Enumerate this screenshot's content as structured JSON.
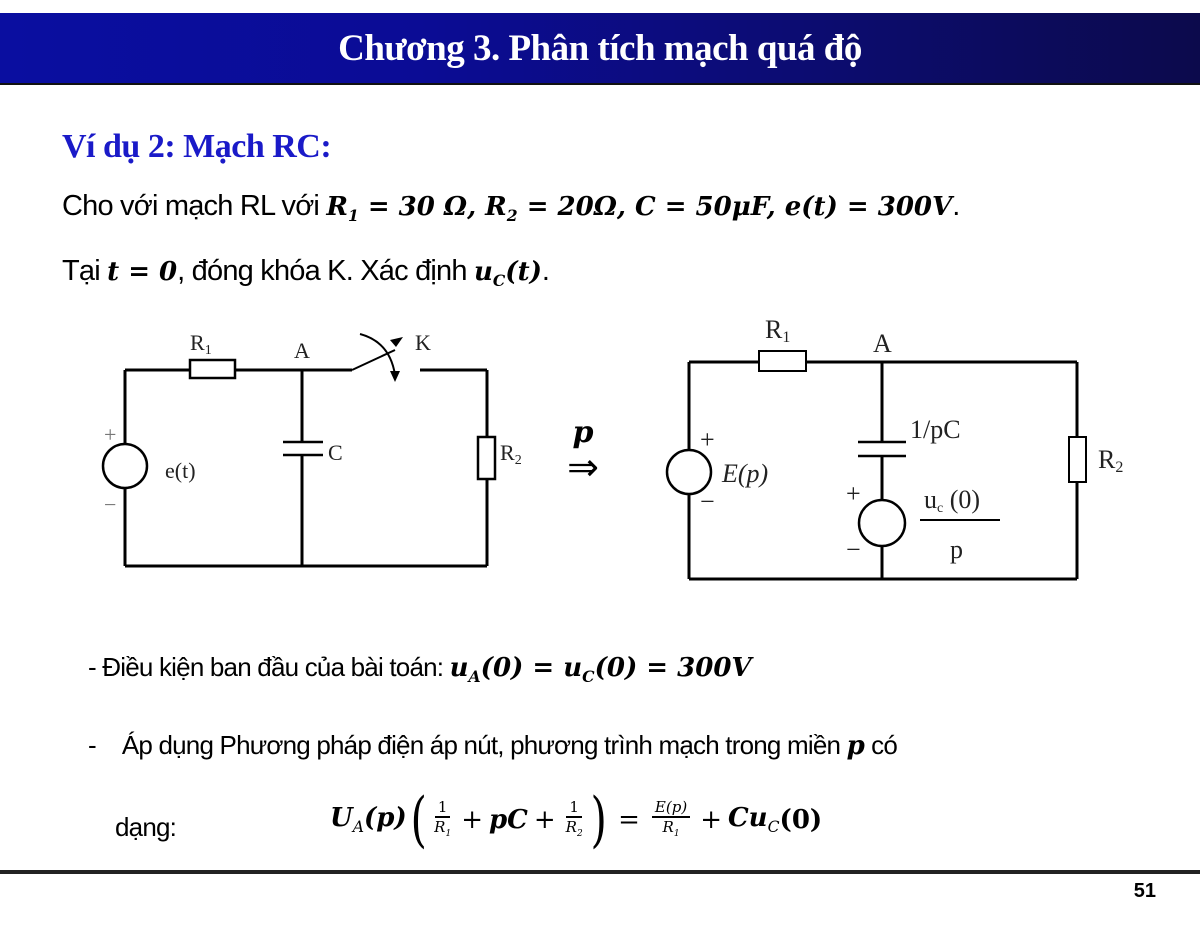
{
  "header": {
    "title": "Chương 3. Phân tích mạch quá độ",
    "bg_start": "#0a0ea0",
    "bg_end": "#0c0a4c"
  },
  "subtitle": "Ví dụ 2: Mạch RC:",
  "problem": {
    "line1_text": "Cho với mạch RL với ",
    "line1_math": [
      "R",
      "1",
      " = 30 Ω, ",
      "R",
      "2",
      " = 20Ω, C = 50μF, e(t) = 300V",
      "."
    ],
    "line2_text_a": "Tại ",
    "line2_math_t": "t = 0",
    "line2_text_b": ", đóng khóa K. Xác định ",
    "line2_math_u": "u",
    "line2_math_sub": "C",
    "line2_math_tail": "(t)",
    "line2_end": "."
  },
  "circuit_left": {
    "labels": {
      "r1": "R",
      "r1_sub": "1",
      "node_a": "A",
      "switch": "K",
      "source": "e(t)",
      "cap": "C",
      "r2": "R",
      "r2_sub": "2",
      "plus": "+",
      "minus": "−"
    }
  },
  "transform": {
    "label": "p",
    "arrow": "⇒"
  },
  "circuit_right": {
    "labels": {
      "r1": "R",
      "r1_sub": "1",
      "node_a": "A",
      "cap": "1/pC",
      "source": "E(p)",
      "r2": "R",
      "r2_sub": "2",
      "ic_num": "u",
      "ic_num_sub": "c",
      "ic_num_tail": "(0)",
      "ic_den": "p",
      "plus": "+",
      "minus": "−"
    }
  },
  "condition": {
    "text": "- Điều kiện ban đầu của bài toán: ",
    "math": "u",
    "sub_a": "A",
    "mid": "(0) = ",
    "sub_c": "C",
    "end": "(0) = 300V"
  },
  "method": {
    "dash": "-",
    "text_a": "Áp dụng Phương pháp điện áp nút, phương trình mạch trong miền ",
    "p": "p",
    "text_b": " có",
    "form_label": "dạng:"
  },
  "equation": {
    "lhs": "U",
    "lhs_sub": "A",
    "lhs_arg": "(p)",
    "one": "1",
    "r1": "R",
    "r1_sub": "1",
    "plus1": "+",
    "pc": "pC",
    "plus2": "+",
    "r2": "R",
    "r2_sub": "2",
    "eq": "=",
    "ep": "E(p)",
    "plus3": "+",
    "cu": "Cu",
    "cu_sub": "C",
    "cu_arg": "(0)"
  },
  "footer": {
    "page_number": "51"
  }
}
